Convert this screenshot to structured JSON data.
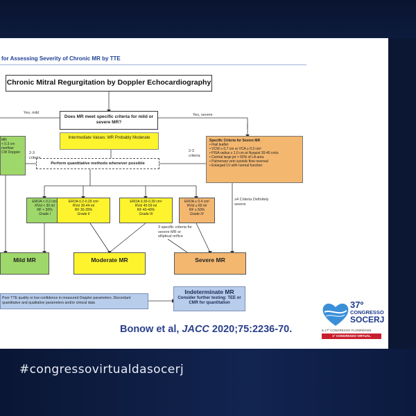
{
  "slide": {
    "title": "for Assessing Severity of Chronic MR by TTE",
    "citation_prefix": "Bonow et al, ",
    "citation_journal": "JACC",
    "citation_suffix": " 2020;75:2236-70."
  },
  "flowchart": {
    "main_title": "Chronic Mitral Regurgitation by Doppler Echocardiography",
    "question": "Does MR meet specific criteria for mild or severe MR?",
    "label_yes_mild": "Yes, mild",
    "label_yes_severe": "Yes, severe",
    "intermediate": "Intermediate Values: MR Probably Moderate",
    "perform": "Perform quantitative methods whenever possible",
    "label_2_3_left": "2-3 criteria",
    "label_2_3_right": "2-3 criteria",
    "left_stub_lines": [
      "MR",
      "",
      "< 0.3 cm",
      "",
      "nonflow:",
      "CW Doppler"
    ],
    "severe_criteria_title": "Specific Criteria for Severe MR",
    "severe_criteria_items": [
      "Flail leaflet",
      "VCW ≥ 0.7 cm or VCA ≥ 0.3 cm²",
      "PISA radius ≥ 1.0 cm at Nyquist 30-40 cm/s",
      "Central large jet > 50% of LA area",
      "Pulmonary vein systolic flow reversal",
      "Enlarged LV with normal function"
    ],
    "label_4_criteria": "≥4 Criteria Definitely severe",
    "label_3_specific": "3 specific criteria for severe MR or elliptical orifice",
    "criteria_boxes": [
      {
        "lines": [
          "EROA < 0.2 cm²",
          "RVol < 30 ml",
          "RF < 30%"
        ],
        "grade": "Grade I"
      },
      {
        "lines": [
          "EROA 0.2-0.29 cm²",
          "RVol 30-44 ml",
          "RF 30-39%"
        ],
        "grade": "Grade II"
      },
      {
        "lines": [
          "EROA 0.30-0.39 cm²",
          "RVol 45-59 ml",
          "RF 40-49%"
        ],
        "grade": "Grade III"
      },
      {
        "lines": [
          "EROA ≥ 0.4 cm²",
          "RVol ≥ 60 ml",
          "RF ≥ 50%"
        ],
        "grade": "Grade IV"
      }
    ],
    "outcomes": {
      "mild": "Mild MR",
      "moderate": "Moderate MR",
      "severe": "Severe MR"
    },
    "poor_quality": "Poor TTE quality or low confidence in measured Doppler parameters. Discordant quantitative and qualitative parameters and/or clinical data",
    "indeterminate_title": "Indeterminate MR",
    "indeterminate_sub": "Consider further testing: TEE or CMR for quantitation"
  },
  "logo": {
    "number": "37º",
    "line1": "CONGRESSO",
    "line2": "SOCERJ",
    "sub": "& 17º CONGRESSO FLUMINENSE",
    "bar": "1º CONGRESSO VIRTUAL"
  },
  "footer": {
    "hashtag": "#congressovirtualdasocerj"
  },
  "colors": {
    "mild_green": "#9fd86a",
    "moderate_yellow": "#fdf42e",
    "severe_orange": "#f3b770",
    "indeterminate_blue": "#b8cdeb",
    "background_navy": "#0b1733"
  }
}
